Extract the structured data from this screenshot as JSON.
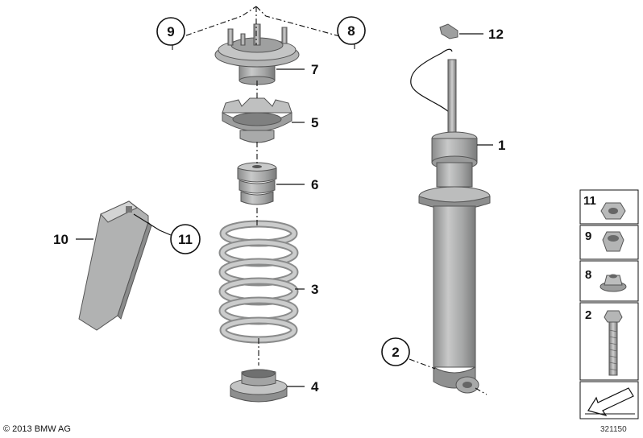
{
  "callouts": {
    "c1": "1",
    "c2": "2",
    "c3": "3",
    "c4": "4",
    "c5": "5",
    "c6": "6",
    "c7": "7",
    "c8": "8",
    "c9": "9",
    "c10": "10",
    "c11": "11",
    "c12": "12"
  },
  "hardware_panel": {
    "items": [
      {
        "label": "11",
        "part": "flange-nut"
      },
      {
        "label": "9",
        "part": "hex-nut"
      },
      {
        "label": "8",
        "part": "collar-nut"
      },
      {
        "label": "2",
        "part": "hex-bolt"
      }
    ]
  },
  "footer": {
    "copyright": "© 2013 BMW AG",
    "diagram_id": "321150"
  },
  "colors": {
    "part_fill": "#a9aaaa",
    "part_light": "#cfd0d0",
    "part_dark": "#7d7e7e",
    "line": "#111111"
  }
}
